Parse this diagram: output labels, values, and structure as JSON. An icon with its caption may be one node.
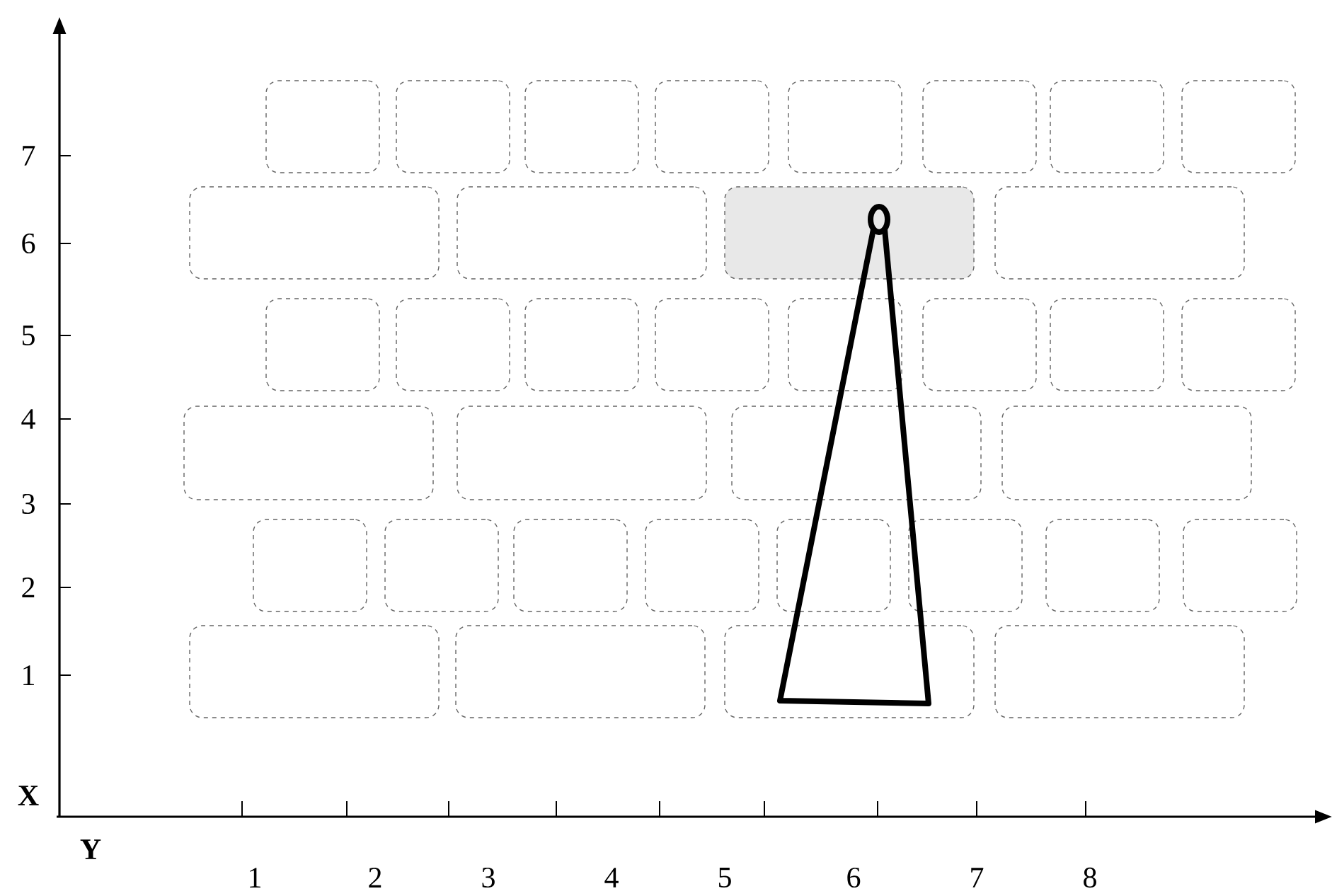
{
  "diagram": {
    "nodes": [
      {
        "text": [],
        "shape": "box"
      },
      {
        "text": [],
        "shape": "box"
      },
      {
        "text": [],
        "shape": "box"
      },
      {
        "text": [],
        "shape": "box"
      },
      {
        "text": [],
        "shape": "box"
      },
      {
        "text": [],
        "shape": "box"
      },
      {
        "text": [],
        "shape": "box"
      },
      {
        "text": [],
        "shape": "box"
      },
      {
        "text": [],
        "shape": "box"
      },
      {
        "text": [],
        "shape": "box"
      },
      {
        "text": [],
        "shape": "box"
      },
      {
        "text": [],
        "shape": "box"
      },
      {
        "text": [],
        "shape": "box"
      },
      {
        "text": [],
        "shape": "box"
      },
      {
        "text": [],
        "shape": "box"
      },
      {
        "text": [],
        "shape": "box"
      },
      {
        "text": [],
        "shape": "box"
      },
      {
        "text": [],
        "shape": "box"
      },
      {
        "text": [],
        "shape": "box"
      },
      {
        "text": [],
        "shape": "box"
      },
      {
        "text": [],
        "shape": "box"
      },
      {
        "text": [],
        "shape": "box"
      },
      {
        "text": [],
        "shape": "box"
      },
      {
        "text": [],
        "shape": "box"
      },
      {
        "text": [],
        "shape": "box"
      },
      {
        "text": [],
        "shape": "box"
      },
      {
        "text": [],
        "shape": "box"
      },
      {
        "text": [],
        "shape": "box"
      },
      {
        "text": [],
        "shape": "box"
      },
      {
        "text": [],
        "shape": "box"
      },
      {
        "text": [],
        "shape": "box"
      },
      {
        "text": [],
        "shape": "box"
      },
      {
        "text": [],
        "shape": "box"
      },
      {
        "text": [],
        "shape": "box"
      },
      {
        "text": [],
        "shape": "box"
      },
      {
        "text": [],
        "shape": "box"
      }
    ],
    "labels": [
      "7",
      "6",
      "5",
      "4",
      "3",
      "2",
      "1",
      "X",
      "Y",
      "1",
      "2",
      "3",
      "4",
      "5",
      "6",
      "7",
      "8"
    ]
  }
}
